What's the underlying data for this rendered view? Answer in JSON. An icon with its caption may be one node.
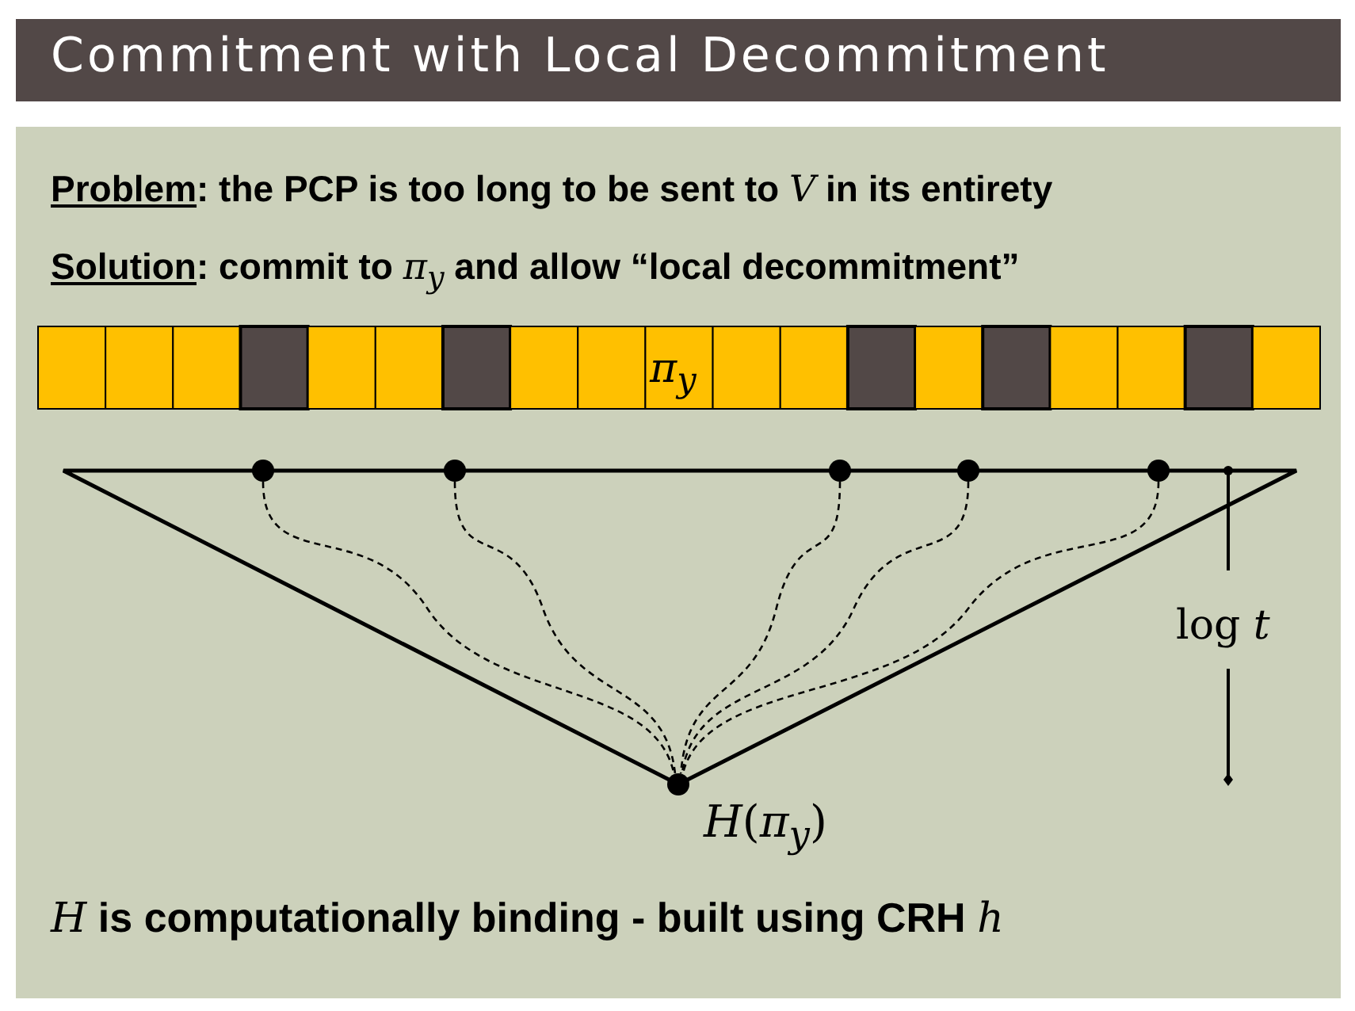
{
  "diagram": {
    "title": "Commitment with Local Decommitment",
    "nodes": [
      {
        "text": [],
        "shape": "circle"
      },
      {
        "text": [],
        "shape": "circle"
      },
      {
        "text": [],
        "shape": "circle"
      },
      {
        "text": [],
        "shape": "circle"
      },
      {
        "text": [],
        "shape": "circle"
      },
      {
        "text": [],
        "shape": "circle",
        "beside": [
          "*H*(*π*$_{y}$)"
        ]
      }
    ],
    "edges": [
      {
        "from": 0,
        "to": 5,
        "arrow": "none",
        "style": "dashed"
      },
      {
        "from": 1,
        "to": 5,
        "arrow": "none",
        "style": "dashed"
      },
      {
        "from": 2,
        "to": 5,
        "arrow": "none",
        "style": "dashed"
      },
      {
        "from": 3,
        "to": 5,
        "arrow": "none",
        "style": "dashed"
      },
      {
        "from": 4,
        "to": 5,
        "arrow": "none",
        "style": "dashed"
      }
    ],
    "labels": [
      "Problem",
      ": the PCP is too long to be sent to *V* in its entirety",
      "Solution",
      ": commit to *π*$_{y}$ and allow “local decommitment”",
      "*π*$_{y}$",
      "log *t*",
      "*H* is computationally binding - built using CRH *h*"
    ]
  }
}
